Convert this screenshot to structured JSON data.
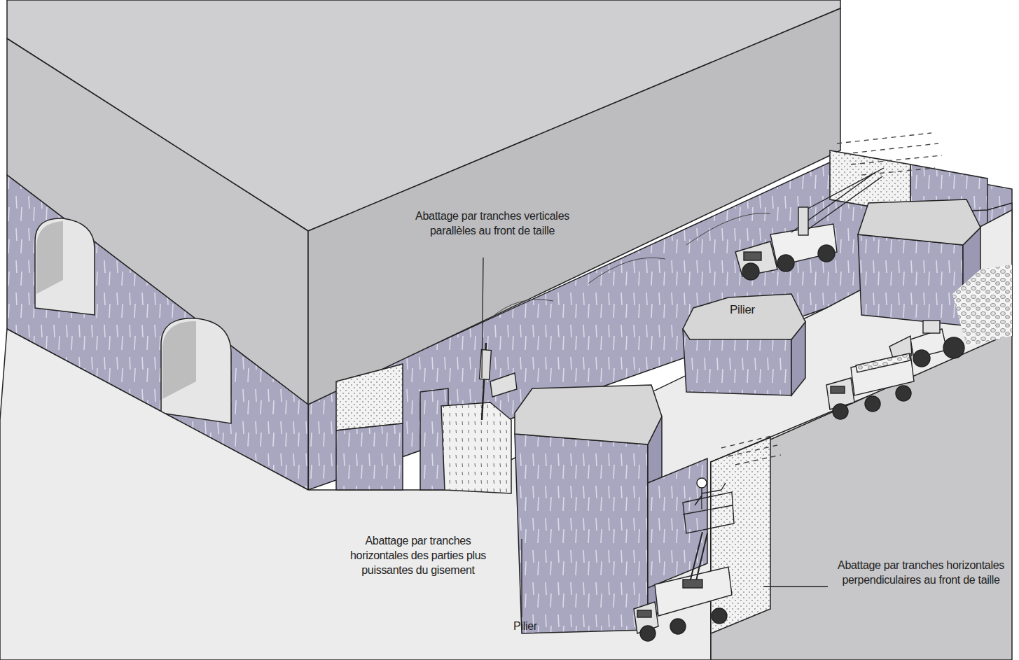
{
  "diagram": {
    "nodes": [
      {
        "text": [
          "Pilier"
        ]
      }
    ],
    "labels": [
      "Abattage par tranches verticales parallèles au front de taille",
      "Abattage par tranches horizontales des parties plus puissantes du gisement",
      "Pilier",
      "Abattage par tranches horizontales perpendiculaires au front de taille"
    ]
  }
}
